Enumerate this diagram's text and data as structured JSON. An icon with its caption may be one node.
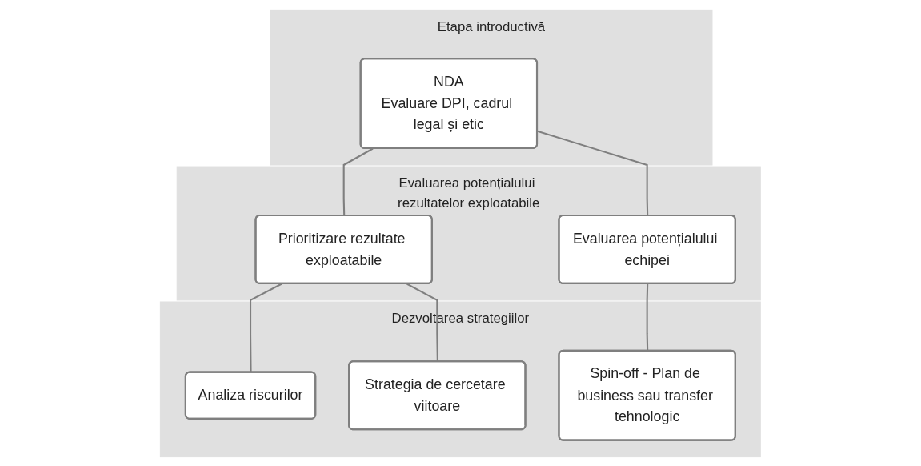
{
  "diagram": {
    "nodes": [
      {
        "text": [
          "Etapa introductivă"
        ]
      },
      {
        "text": [
          "NDA",
          "Evaluare DPI, cadrul legal și etic"
        ],
        "in": 0
      },
      {
        "text": [
          "Evaluarea potențialului rezultatelor exploatabile"
        ]
      },
      {
        "text": [
          "Prioritizare rezultate exploatabile"
        ],
        "in": 2
      },
      {
        "text": [
          "Evaluarea potențialului echipei"
        ],
        "in": 2
      },
      {
        "text": [
          "Dezvoltarea strategiilor"
        ]
      },
      {
        "text": [
          "Analiza riscurilor"
        ],
        "in": 5
      },
      {
        "text": [
          "Strategia de cercetare viitoare"
        ],
        "in": 5
      },
      {
        "text": [
          "Spin-off - Plan de business sau transfer tehnologic"
        ],
        "in": 5
      }
    ],
    "edges": [
      {
        "from": 1,
        "to": 3,
        "arrow": "none"
      },
      {
        "from": 1,
        "to": 4,
        "arrow": "none"
      },
      {
        "from": 3,
        "to": 6,
        "arrow": "none"
      },
      {
        "from": 3,
        "to": 7,
        "arrow": "none"
      },
      {
        "from": 4,
        "to": 8,
        "arrow": "none"
      }
    ]
  }
}
